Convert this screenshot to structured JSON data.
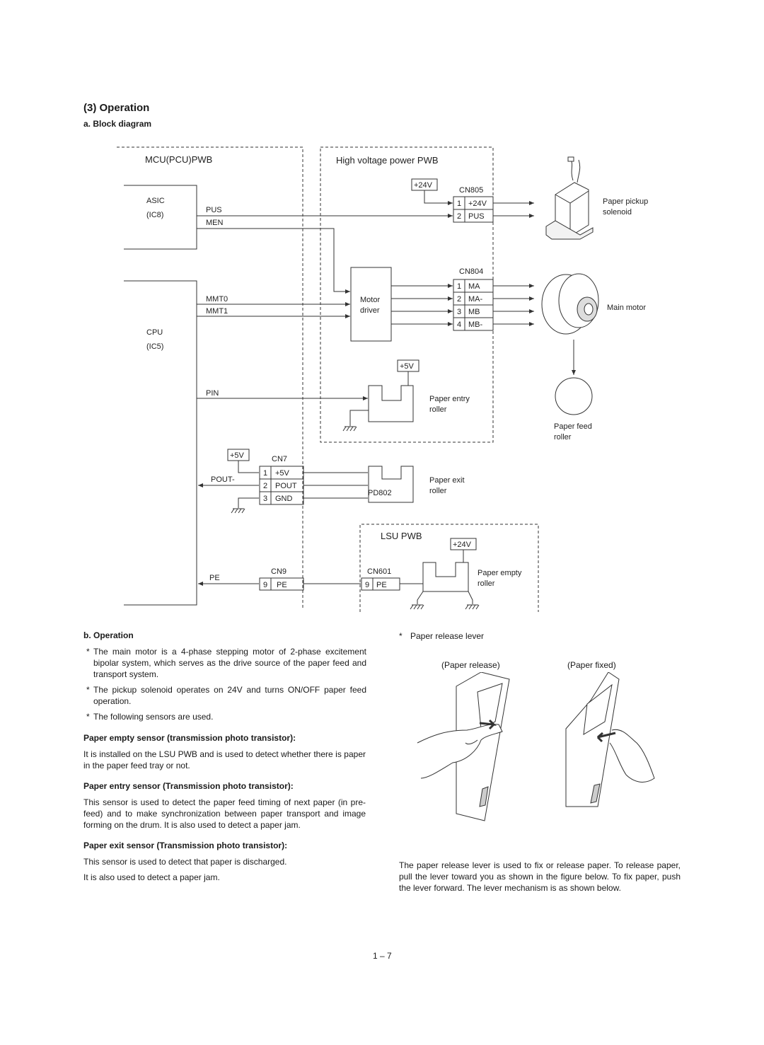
{
  "section_title": "(3)  Operation",
  "subsection_a": "a.  Block diagram",
  "diagram": {
    "mcu_pwb": "MCU(PCU)PWB",
    "hv_pwb": "High voltage power PWB",
    "lsu_pwb": "LSU PWB",
    "asic": "ASIC",
    "ic8": "(IC8)",
    "cpu": "CPU",
    "ic5": "(IC5)",
    "pus": "PUS",
    "men": "MEN",
    "mmt0": "MMT0",
    "mmt1": "MMT1",
    "pin": "PIN",
    "pout_minus": "POUT-",
    "pe": "PE",
    "v24": "+24V",
    "v5": "+5V",
    "cn805": "CN805",
    "cn804": "CN804",
    "cn7": "CN7",
    "cn9": "CN9",
    "cn601": "CN601",
    "pd802": "PD802",
    "motor_driver_1": "Motor",
    "motor_driver_2": "driver",
    "cn805_pins": [
      {
        "n": "1",
        "s": "+24V"
      },
      {
        "n": "2",
        "s": "PUS"
      }
    ],
    "cn804_pins": [
      {
        "n": "1",
        "s": "MA"
      },
      {
        "n": "2",
        "s": "MA-"
      },
      {
        "n": "3",
        "s": "MB"
      },
      {
        "n": "4",
        "s": "MB-"
      }
    ],
    "cn7_pins": [
      {
        "n": "1",
        "s": "+5V"
      },
      {
        "n": "2",
        "s": "POUT"
      },
      {
        "n": "3",
        "s": "GND"
      }
    ],
    "cn9_pin": {
      "n": "9",
      "s": "PE"
    },
    "cn601_pin": {
      "n": "9",
      "s": "PE"
    },
    "paper_pickup_1": "Paper pickup",
    "paper_pickup_2": "solenoid",
    "main_motor": "Main motor",
    "paper_entry_1": "Paper entry",
    "paper_entry_2": "roller",
    "paper_feed_1": "Paper feed",
    "paper_feed_2": "roller",
    "paper_exit_1": "Paper exit",
    "paper_exit_2": "roller",
    "paper_empty_1": "Paper empty",
    "paper_empty_2": "roller"
  },
  "subsection_b": "b.  Operation",
  "bullets": [
    "The main motor is a 4-phase stepping motor of 2-phase excitement bipolar system, which serves as the drive source of the paper feed and transport system.",
    "The pickup solenoid operates on 24V and turns ON/OFF paper feed operation.",
    "The following sensors are used."
  ],
  "sensors": [
    {
      "title": "Paper empty sensor (transmission photo transistor):",
      "text": "It is installed on the LSU PWB and is used to detect whether there is paper in the paper feed tray or not."
    },
    {
      "title": "Paper entry sensor (Transmission photo transistor):",
      "text": "This sensor is used to detect the paper feed timing of next paper (in pre-feed) and to make synchronization between paper transport and image forming on the drum. It is also used to detect a paper jam."
    },
    {
      "title": "Paper exit sensor (Transmission photo transistor):",
      "text": "This sensor is used to detect that paper is discharged."
    }
  ],
  "exit_extra": "It is also used to detect a paper jam.",
  "lever": {
    "title": "Paper release lever",
    "release": "(Paper release)",
    "fixed": "(Paper fixed)",
    "text": "The paper release lever is used to fix or release paper. To release paper, pull the lever toward you as shown in the figure below. To fix paper, push the lever forward. The lever mechanism is as shown below."
  },
  "page_number": "1 – 7"
}
